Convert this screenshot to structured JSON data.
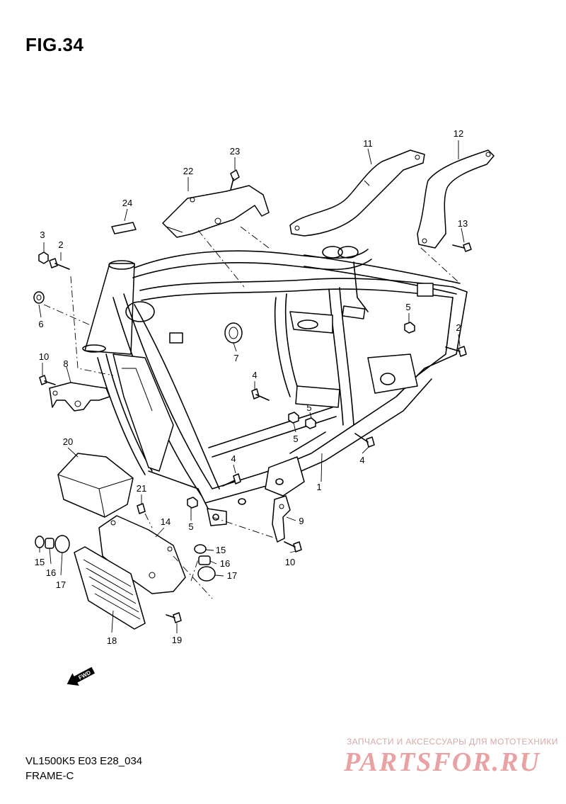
{
  "header": {
    "figure": "FIG.34"
  },
  "footer": {
    "model_code": "VL1500K5 E03 E28_034",
    "section": "FRAME-C"
  },
  "watermark": {
    "tagline": "ЗАПЧАСТИ И АКСЕССУАРЫ ДЛЯ МОТОТЕХНИКИ",
    "logo": "PARTSFOR.RU"
  },
  "fwd_marker": {
    "label": "FWD",
    "icon": "fwd-arrow-icon"
  },
  "callouts": [
    "1",
    "2",
    "3",
    "4",
    "5",
    "6",
    "7",
    "8",
    "9",
    "10",
    "11",
    "12",
    "13",
    "14",
    "15",
    "16",
    "17",
    "18",
    "19",
    "20",
    "21",
    "22",
    "23",
    "24",
    "2",
    "4",
    "4",
    "5",
    "5",
    "10",
    "15",
    "16",
    "17",
    "5"
  ]
}
